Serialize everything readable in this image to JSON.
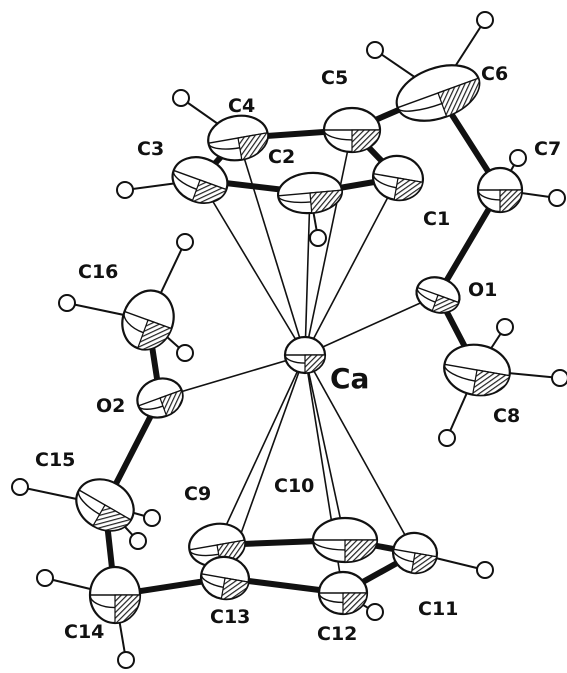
{
  "figure": {
    "atoms": [
      {
        "id": "Ca",
        "label": "Ca"
      },
      {
        "id": "O1",
        "label": "O1"
      },
      {
        "id": "O2",
        "label": "O2"
      },
      {
        "id": "C1",
        "label": "C1"
      },
      {
        "id": "C2",
        "label": "C2"
      },
      {
        "id": "C3",
        "label": "C3"
      },
      {
        "id": "C4",
        "label": "C4"
      },
      {
        "id": "C5",
        "label": "C5"
      },
      {
        "id": "C6",
        "label": "C6"
      },
      {
        "id": "C7",
        "label": "C7"
      },
      {
        "id": "C8",
        "label": "C8"
      },
      {
        "id": "C9",
        "label": "C9"
      },
      {
        "id": "C10",
        "label": "C10"
      },
      {
        "id": "C11",
        "label": "C11"
      },
      {
        "id": "C12",
        "label": "C12"
      },
      {
        "id": "C13",
        "label": "C13"
      },
      {
        "id": "C14",
        "label": "C14"
      },
      {
        "id": "C15",
        "label": "C15"
      },
      {
        "id": "C16",
        "label": "C16"
      }
    ],
    "bonds": [
      [
        "C1",
        "C2"
      ],
      [
        "C2",
        "C3"
      ],
      [
        "C3",
        "C4"
      ],
      [
        "C4",
        "C5"
      ],
      [
        "C5",
        "C1"
      ],
      [
        "C5",
        "C6"
      ],
      [
        "C6",
        "C7"
      ],
      [
        "C7",
        "O1"
      ],
      [
        "O1",
        "C8"
      ],
      [
        "C9",
        "C10"
      ],
      [
        "C10",
        "C11"
      ],
      [
        "C11",
        "C12"
      ],
      [
        "C12",
        "C13"
      ],
      [
        "C13",
        "C9"
      ],
      [
        "C13",
        "C14"
      ],
      [
        "C14",
        "C15"
      ],
      [
        "C15",
        "O2"
      ],
      [
        "O2",
        "C16"
      ]
    ],
    "ca_contacts": [
      "C1",
      "C2",
      "C3",
      "C4",
      "C5",
      "C9",
      "C10",
      "C11",
      "C12",
      "C13",
      "O1",
      "O2"
    ],
    "colors": {
      "ink": "#111111",
      "hatch": "#222222",
      "fill": "#ffffff"
    }
  }
}
